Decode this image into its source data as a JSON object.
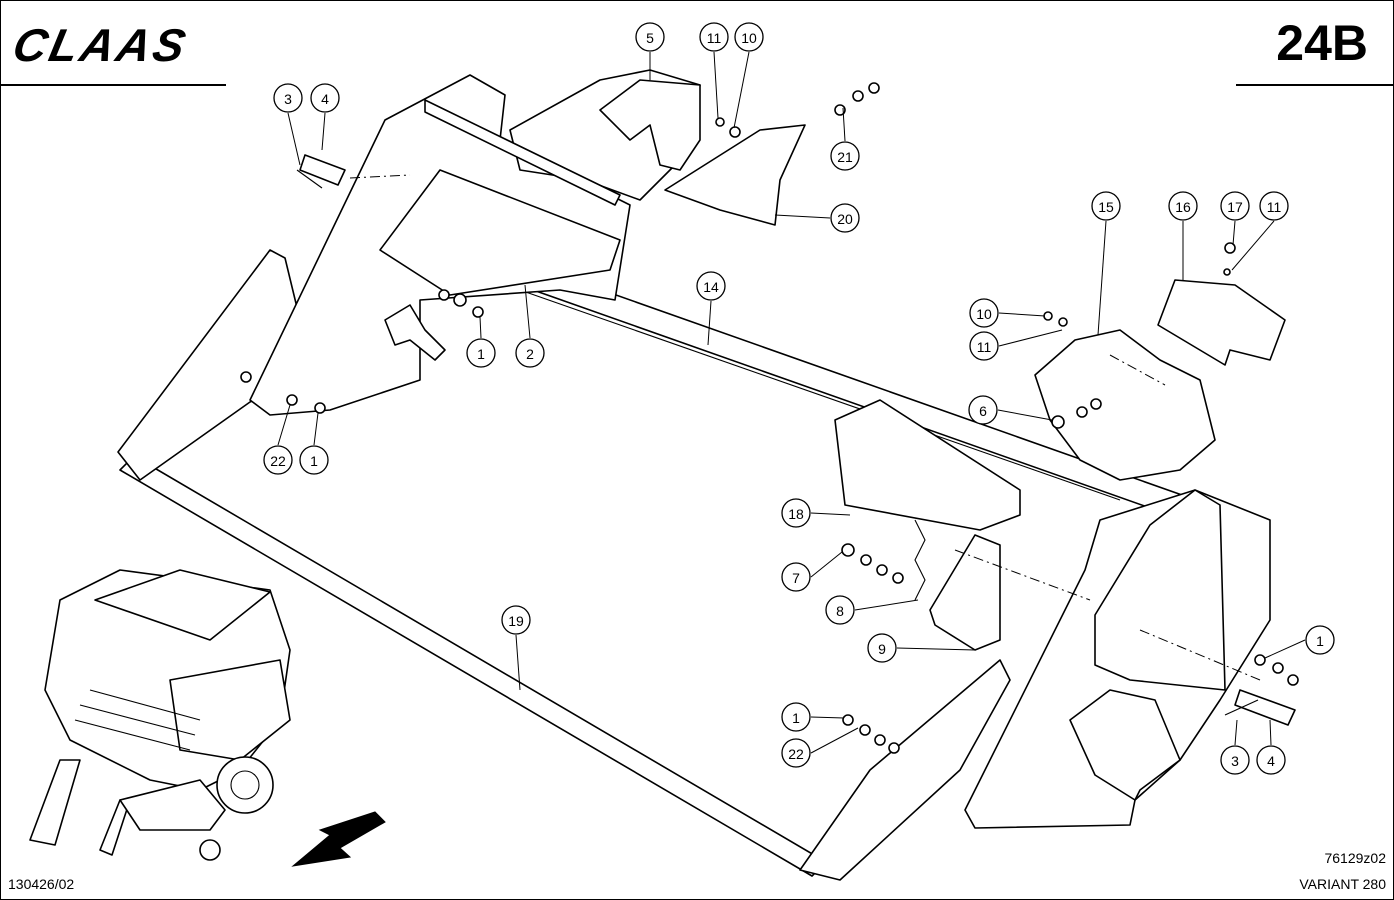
{
  "header": {
    "brand": "CLAAS",
    "page_code": "24B"
  },
  "footer": {
    "drawing_number": "130426/02",
    "figure_code": "76129z02",
    "model": "VARIANT 280"
  },
  "callouts": [
    {
      "id": "c5",
      "label": "5"
    },
    {
      "id": "c11a",
      "label": "11"
    },
    {
      "id": "c10a",
      "label": "10"
    },
    {
      "id": "c3a",
      "label": "3"
    },
    {
      "id": "c4a",
      "label": "4"
    },
    {
      "id": "c21",
      "label": "21"
    },
    {
      "id": "c20",
      "label": "20"
    },
    {
      "id": "c15",
      "label": "15"
    },
    {
      "id": "c16",
      "label": "16"
    },
    {
      "id": "c17",
      "label": "17"
    },
    {
      "id": "c11b",
      "label": "11"
    },
    {
      "id": "c14",
      "label": "14"
    },
    {
      "id": "c10b",
      "label": "10"
    },
    {
      "id": "c11c",
      "label": "11"
    },
    {
      "id": "c1a",
      "label": "1"
    },
    {
      "id": "c2",
      "label": "2"
    },
    {
      "id": "c6",
      "label": "6"
    },
    {
      "id": "c22a",
      "label": "22"
    },
    {
      "id": "c1b",
      "label": "1"
    },
    {
      "id": "c18",
      "label": "18"
    },
    {
      "id": "c7",
      "label": "7"
    },
    {
      "id": "c8",
      "label": "8"
    },
    {
      "id": "c9",
      "label": "9"
    },
    {
      "id": "c19",
      "label": "19"
    },
    {
      "id": "c1c",
      "label": "1"
    },
    {
      "id": "c1d",
      "label": "1"
    },
    {
      "id": "c22b",
      "label": "22"
    },
    {
      "id": "c3b",
      "label": "3"
    },
    {
      "id": "c4b",
      "label": "4"
    }
  ],
  "icons": {
    "direction_arrow": "arrow-icon",
    "machine_thumbnail": "baler-machine-icon"
  }
}
